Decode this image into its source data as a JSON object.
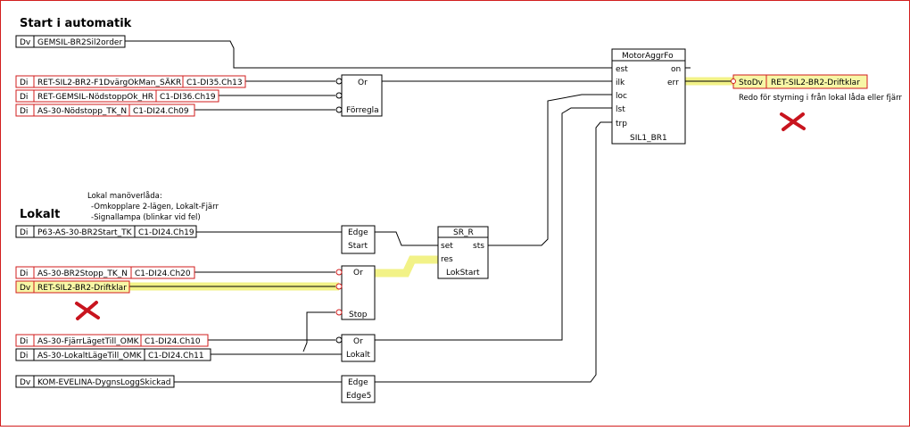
{
  "headings": {
    "auto": "Start i automatik",
    "local": "Lokalt"
  },
  "note": {
    "line1": "Lokal manöverlåda:",
    "line2": "-Omkopplare 2-lägen, Lokalt-Fjärr",
    "line3": "-Signallampa (blinkar vid fel)"
  },
  "signals": [
    {
      "type": "Dv",
      "name": "GEMSIL-BR2Sil2order",
      "channel": ""
    },
    {
      "type": "Di",
      "name": "RET-SIL2-BR2-F1DvärgOkMan_SÄKR",
      "channel": "C1-DI35.Ch13"
    },
    {
      "type": "Di",
      "name": "RET-GEMSIL-NödstoppOk_HR",
      "channel": "C1-DI36.Ch19"
    },
    {
      "type": "Di",
      "name": "AS-30-Nödstopp_TK_N",
      "channel": "C1-DI24.Ch09"
    },
    {
      "type": "Di",
      "name": "P63-AS-30-BR2Start_TK",
      "channel": "C1-DI24.Ch19"
    },
    {
      "type": "Di",
      "name": "AS-30-BR2Stopp_TK_N",
      "channel": "C1-DI24.Ch20"
    },
    {
      "type": "Dv",
      "name": "RET-SIL2-BR2-Driftklar",
      "channel": ""
    },
    {
      "type": "Di",
      "name": "AS-30-FjärrLägetTill_OMK",
      "channel": "C1-DI24.Ch10"
    },
    {
      "type": "Di",
      "name": "AS-30-LokaltLägeTill_OMK",
      "channel": "C1-DI24.Ch11"
    },
    {
      "type": "Dv",
      "name": "KOM-EVELINA-DygnsLoggSkickad",
      "channel": ""
    }
  ],
  "blocks": {
    "or_forregla": {
      "title": "Or",
      "name": "Förregla"
    },
    "motor": {
      "title": "MotorAggrFo",
      "name": "SIL1_BR1",
      "in_est": "est",
      "in_ilk": "ilk",
      "in_loc": "loc",
      "in_lst": "lst",
      "in_trp": "trp",
      "out_on": "on",
      "out_err": "err"
    },
    "edge_start": {
      "title": "Edge",
      "name": "Start"
    },
    "sr": {
      "title": "SR_R",
      "name": "LokStart",
      "in_set": "set",
      "in_res": "res",
      "out_sts": "sts"
    },
    "or_stop": {
      "title": "Or",
      "name": "Stop"
    },
    "or_lokalt": {
      "title": "Or",
      "name": "Lokalt"
    },
    "edge5": {
      "title": "Edge",
      "name": "Edge5"
    }
  },
  "output": {
    "type": "StoDv",
    "name": "RET-SIL2-BR2-Driftklar",
    "comment": "Redo för styrning i från lokal låda eller fjärr"
  },
  "colors": {
    "frame": "#d21e1e",
    "highlight": "#f1f17a",
    "cross": "#c8141e"
  }
}
